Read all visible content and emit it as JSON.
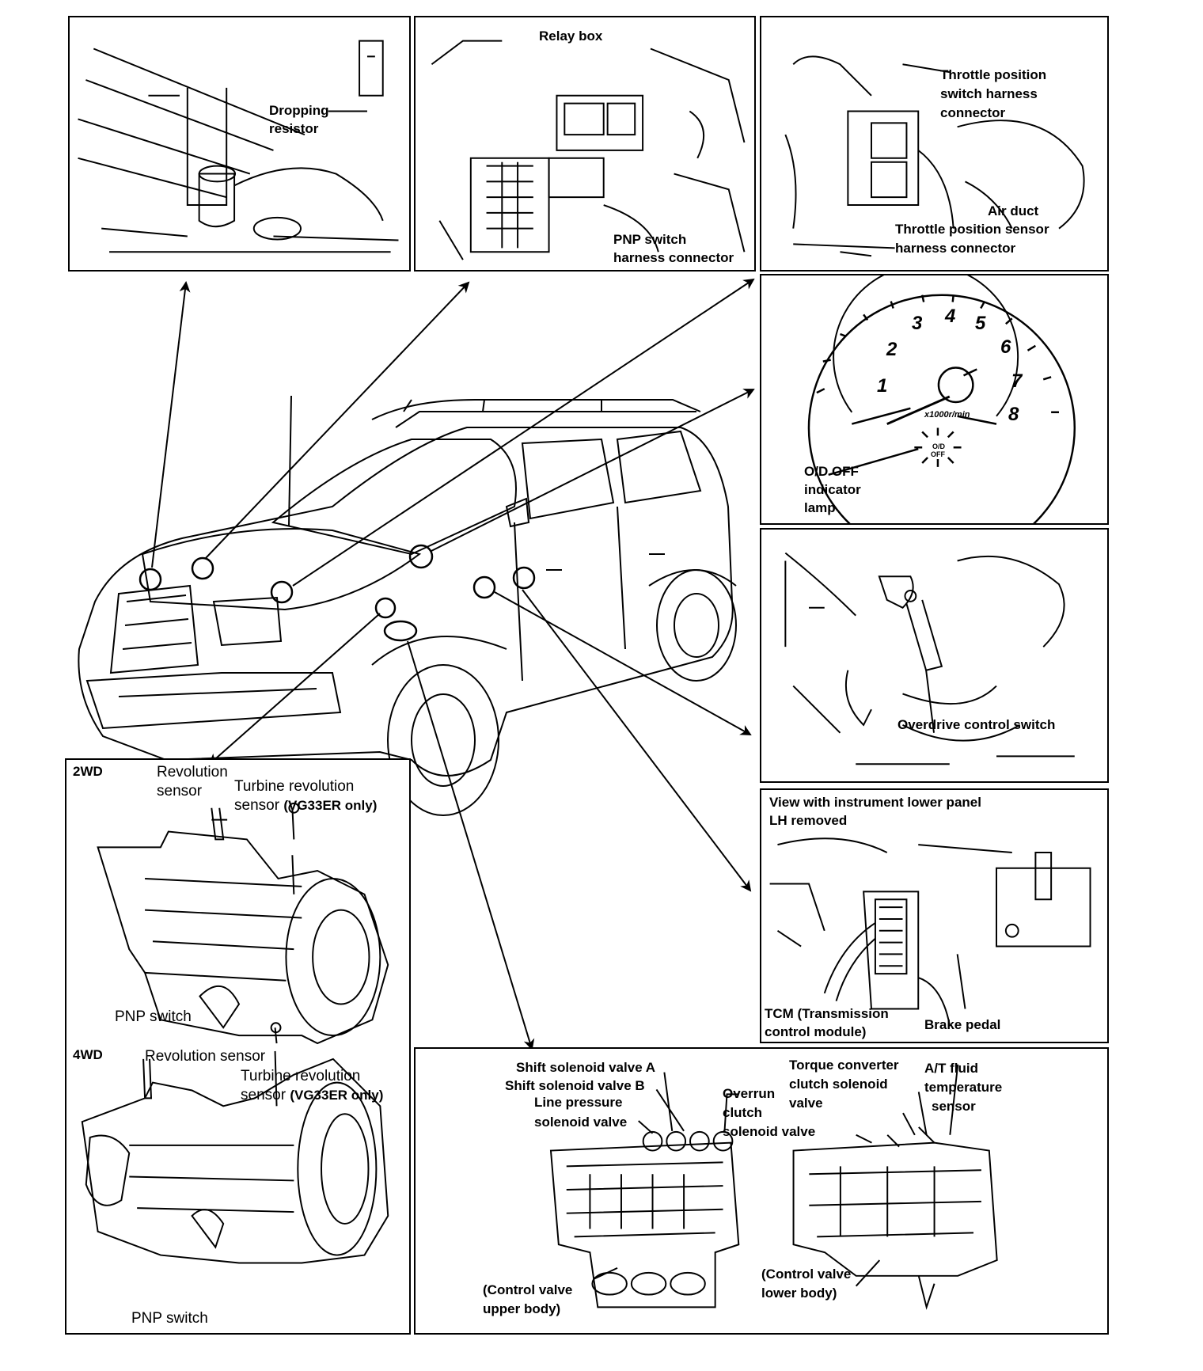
{
  "panels": {
    "dropping_resistor": {
      "label_line1": "Dropping",
      "label_line2": "resistor"
    },
    "relay_box": {
      "relay_label": "Relay box",
      "pnp_line1": "PNP switch",
      "pnp_line2": "harness connector"
    },
    "throttle": {
      "tps_switch_line1": "Throttle position",
      "tps_switch_line2": "switch harness",
      "tps_switch_line3": "connector",
      "air_duct": "Air duct",
      "tps_sensor_line1": "Throttle position sensor",
      "tps_sensor_line2": "harness connector"
    },
    "tachometer": {
      "numbers": [
        "1",
        "2",
        "3",
        "4",
        "5",
        "6",
        "7",
        "8"
      ],
      "unit": "x1000r/min",
      "od_line1": "O/D",
      "od_line2": "OFF",
      "lamp_line1": "O/D OFF",
      "lamp_line2": "indicator",
      "lamp_line3": "lamp"
    },
    "overdrive": {
      "label": "Overdrive control switch"
    },
    "tcm": {
      "header_line1": "View with instrument lower panel",
      "header_line2": "LH removed",
      "tcm_line1": "TCM (Transmission",
      "tcm_line2": "control module)",
      "brake": "Brake pedal"
    },
    "transmission_2wd": {
      "tag": "2WD",
      "rev_line1": "Revolution",
      "rev_line2": "sensor",
      "turbine_line1": "Turbine revolution",
      "turbine_line2_a": "sensor ",
      "turbine_line2_b": "(VG33ER only)",
      "pnp": "PNP switch"
    },
    "transmission_4wd": {
      "tag": "4WD",
      "rev": "Revolution sensor",
      "turbine_line1": "Turbine revolution",
      "turbine_line2_a": "sensor ",
      "turbine_line2_b": "(VG33ER only)",
      "pnp": "PNP switch"
    },
    "control_valve": {
      "shift_a": "Shift solenoid valve A",
      "shift_b": "Shift solenoid valve B",
      "line_line1": "Line pressure",
      "line_line2": "solenoid valve",
      "overrun_line1": "Overrun",
      "overrun_line2": "clutch",
      "overrun_line3": "solenoid valve",
      "torque_line1": "Torque converter",
      "torque_line2": "clutch solenoid",
      "torque_line3": "valve",
      "fluid_line1": "A/T fluid",
      "fluid_line2": "temperature",
      "fluid_line3": "sensor",
      "upper_line1": "(Control valve",
      "upper_line2": "upper body)",
      "lower_line1": "(Control valve",
      "lower_line2": "lower body)"
    }
  }
}
